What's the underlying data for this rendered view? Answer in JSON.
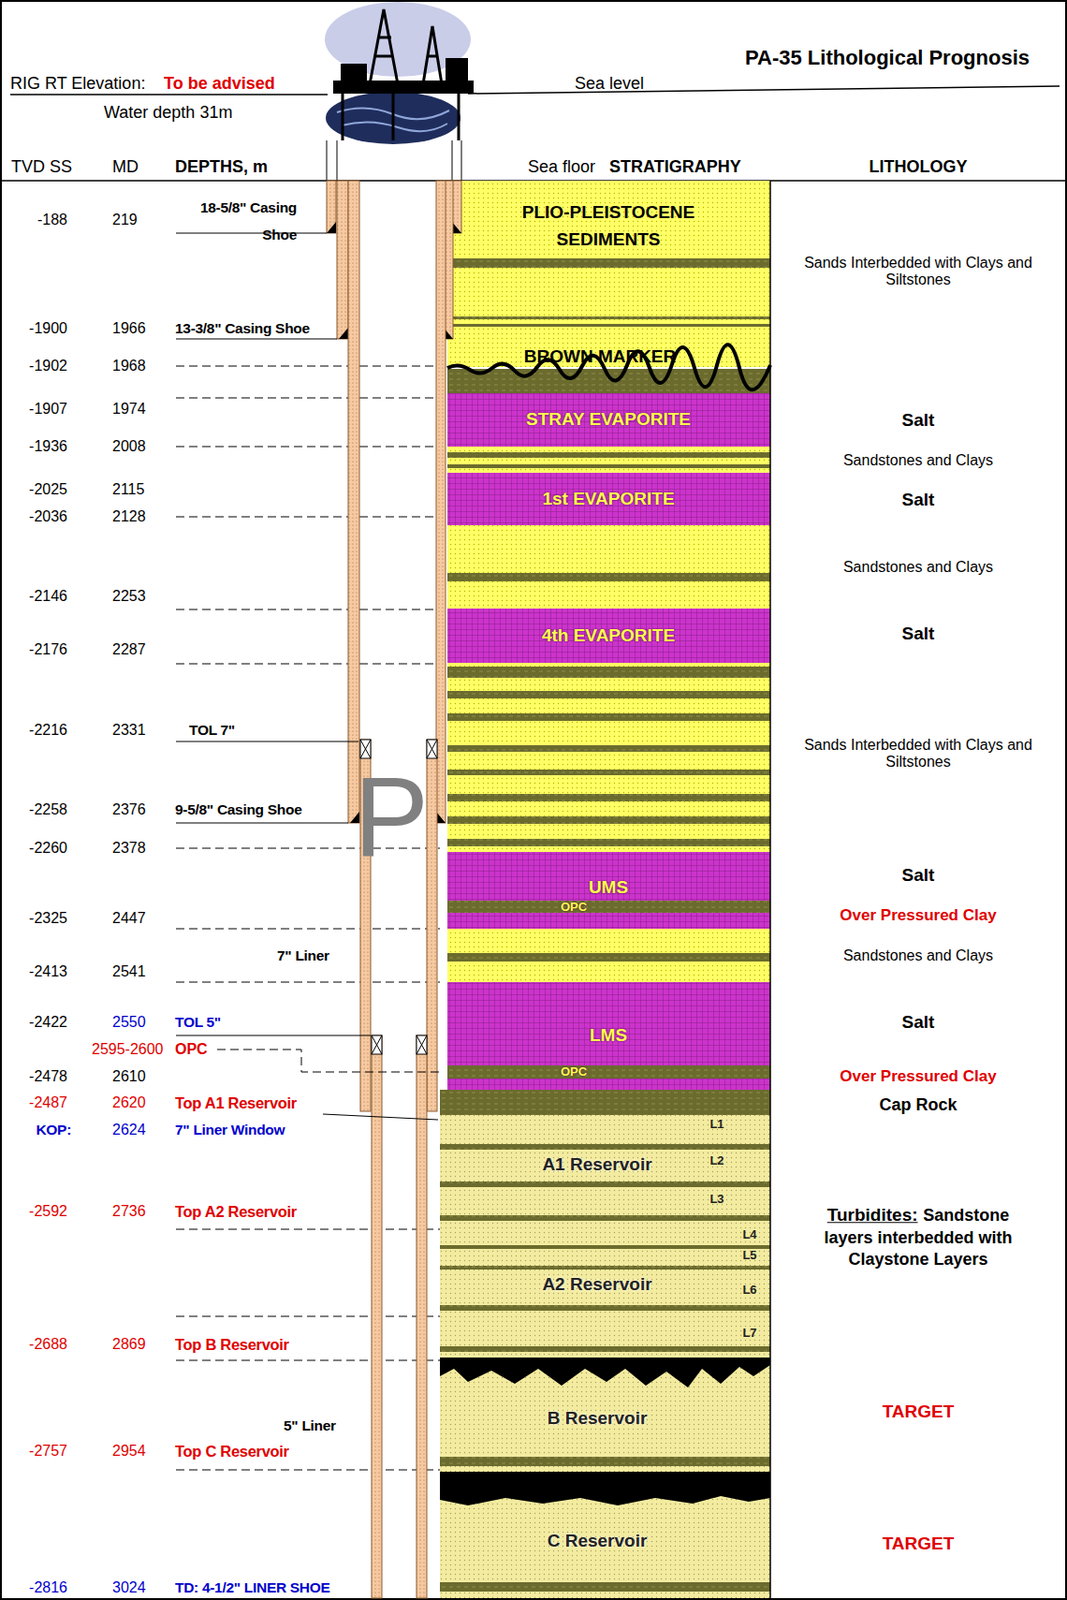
{
  "diagram": {
    "title": "PA-35 Lithological Prognosis",
    "nodes": [
      {
        "text": [
          "PLIO-PLEISTOCENE SEDIMENTS"
        ]
      },
      {
        "text": [
          "BROWN MARKER"
        ]
      },
      {
        "text": [
          "STRAY EVAPORITE"
        ]
      },
      {
        "text": [
          "1st  EVAPORITE"
        ]
      },
      {
        "text": [
          "4th EVAPORITE"
        ]
      },
      {
        "text": [
          "UMS",
          "OPC"
        ]
      },
      {
        "text": [
          "LMS",
          "OPC"
        ]
      },
      {
        "text": [
          "A1 Reservoir",
          "L1",
          "L2",
          "L3"
        ]
      },
      {
        "text": [
          "A2 Reservoir",
          "L4",
          "L5",
          "L6",
          "L7"
        ]
      },
      {
        "text": [
          "B Reservoir"
        ]
      },
      {
        "text": [
          "C Reservoir"
        ]
      }
    ],
    "labels": [
      "RIG RT Elevation:",
      "To be advised",
      "Sea level",
      "Water depth 31m",
      "TVD SS",
      "MD",
      "DEPTHS, m",
      "Sea floor",
      "STRATIGRAPHY",
      "LITHOLOGY",
      "-188",
      "219",
      "18-5/8\" Casing Shoe",
      "Sands Interbedded with Clays and Siltstones",
      "-1900",
      "1966",
      "13-3/8\" Casing Shoe",
      "-1902",
      "1968",
      "-1907",
      "1974",
      "Salt",
      "-1936",
      "2008",
      "Sandstones and Clays",
      "-2025",
      "2115",
      "Salt",
      "-2036",
      "2128",
      "Sandstones and Clays",
      "-2146",
      "2253",
      "Salt",
      "-2176",
      "2287",
      "-2216",
      "2331",
      "TOL 7\"",
      "Sands Interbedded with Clays and Siltstones",
      "-2258",
      "2376",
      "9-5/8\" Casing Shoe",
      "P",
      "-2260",
      "2378",
      "Salt",
      "Over Pressured Clay",
      "-2325",
      "2447",
      "7\" Liner",
      "Sandstones and Clays",
      "-2413",
      "2541",
      "-2422",
      "2550",
      "TOL 5\"",
      "Salt",
      "2595-2600",
      "OPC",
      "-2478",
      "2610",
      "Over Pressured Clay",
      "-2487",
      "2620",
      "Top A1 Reservoir",
      "Cap Rock",
      "KOP:",
      "2624",
      "7\" Liner Window",
      "-2592",
      "2736",
      "Top A2 Reservoir",
      "Turbidites:",
      "Sandstone layers interbedded with Claystone Layers",
      "-2688",
      "2869",
      "Top B Reservoir",
      "TARGET",
      "5\" Liner",
      "-2757",
      "2954",
      "Top C Reservoir",
      "TARGET",
      "-2816",
      "3024",
      "TD: 4-1/2\" LINER SHOE"
    ]
  }
}
